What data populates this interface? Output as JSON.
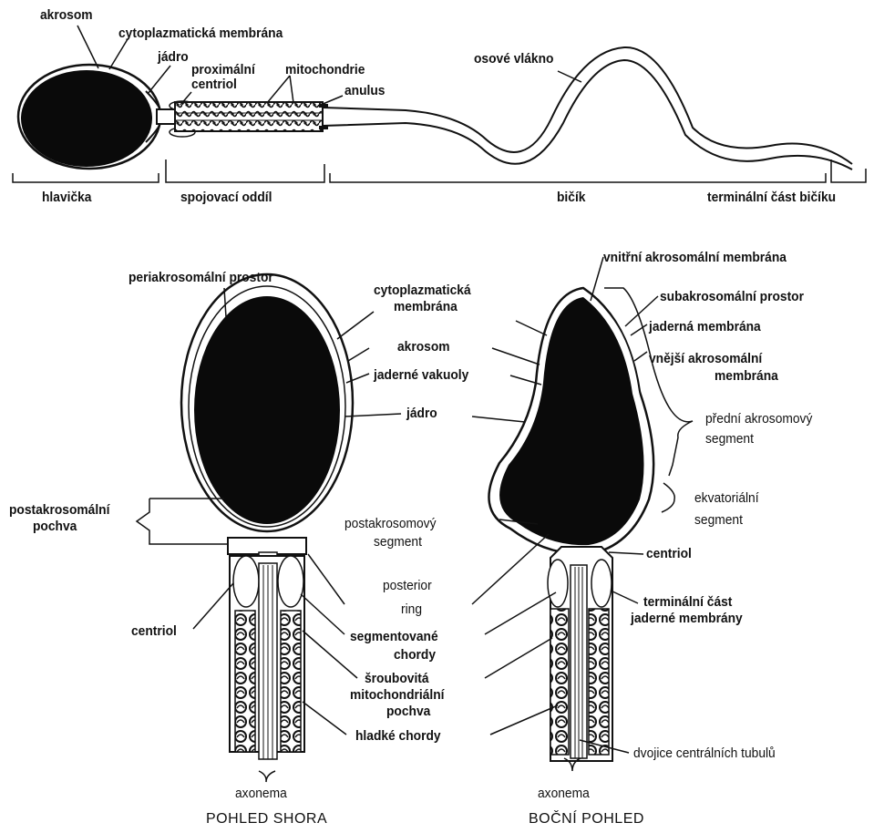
{
  "top": {
    "akrosom": "akrosom",
    "cytoplasmatic_membrane": "cytoplazmatická membrána",
    "nucleus": "jádro",
    "proximal_centriole_1": "proximální",
    "proximal_centriole_2": "centriol",
    "mitochondria": "mitochondrie",
    "anulus": "anulus",
    "axial_filament": "osové vlákno",
    "head": "hlavička",
    "connecting_piece": "spojovací oddíl",
    "tail": "bičík",
    "terminal_piece": "terminální část bičíku"
  },
  "left_view": {
    "periacrosomal_space": "periakrosomální prostor",
    "cytoplasmatic_membrane_1": "cytoplazmatická",
    "cytoplasmatic_membrane_2": "membrána",
    "akrosom": "akrosom",
    "nuclear_vacuoles": "jaderné vakuoly",
    "nucleus": "jádro",
    "postacrosomal_sheath_1": "postakrosomální",
    "postacrosomal_sheath_2": "pochva",
    "centriole": "centriol",
    "axonema": "axonema",
    "caption": "POHLED SHORA"
  },
  "middle": {
    "postacrosomal_segment_1": "postakrosomový",
    "postacrosomal_segment_2": "segment",
    "posterior_ring_1": "posterior",
    "posterior_ring_2": "ring",
    "segmented_columns_1": "segmentované",
    "segmented_columns_2": "chordy",
    "helical_sheath_1": "šroubovitá",
    "helical_sheath_2": "mitochondriální",
    "helical_sheath_3": "pochva",
    "smooth_chords": "hladké chordy"
  },
  "right_view": {
    "inner_acrosomal_membrane": "vnitřní akrosomální membrána",
    "subacrosomal_space": "subakrosomální prostor",
    "nuclear_membrane": "jaderná membrána",
    "outer_acrosomal_membrane_1": "vnější akrosomální",
    "outer_acrosomal_membrane_2": "membrána",
    "anterior_acrosomal_segment_1": "přední akrosomový",
    "anterior_acrosomal_segment_2": "segment",
    "equatorial_segment_1": "ekvatoriální",
    "equatorial_segment_2": "segment",
    "centriole": "centriol",
    "terminal_nuclear_membrane_1": "terminální část",
    "terminal_nuclear_membrane_2": "jaderné membrány",
    "central_tubule_pair": "dvojice centrálních tubulů",
    "axonema": "axonema",
    "caption": "BOČNÍ POHLED"
  }
}
